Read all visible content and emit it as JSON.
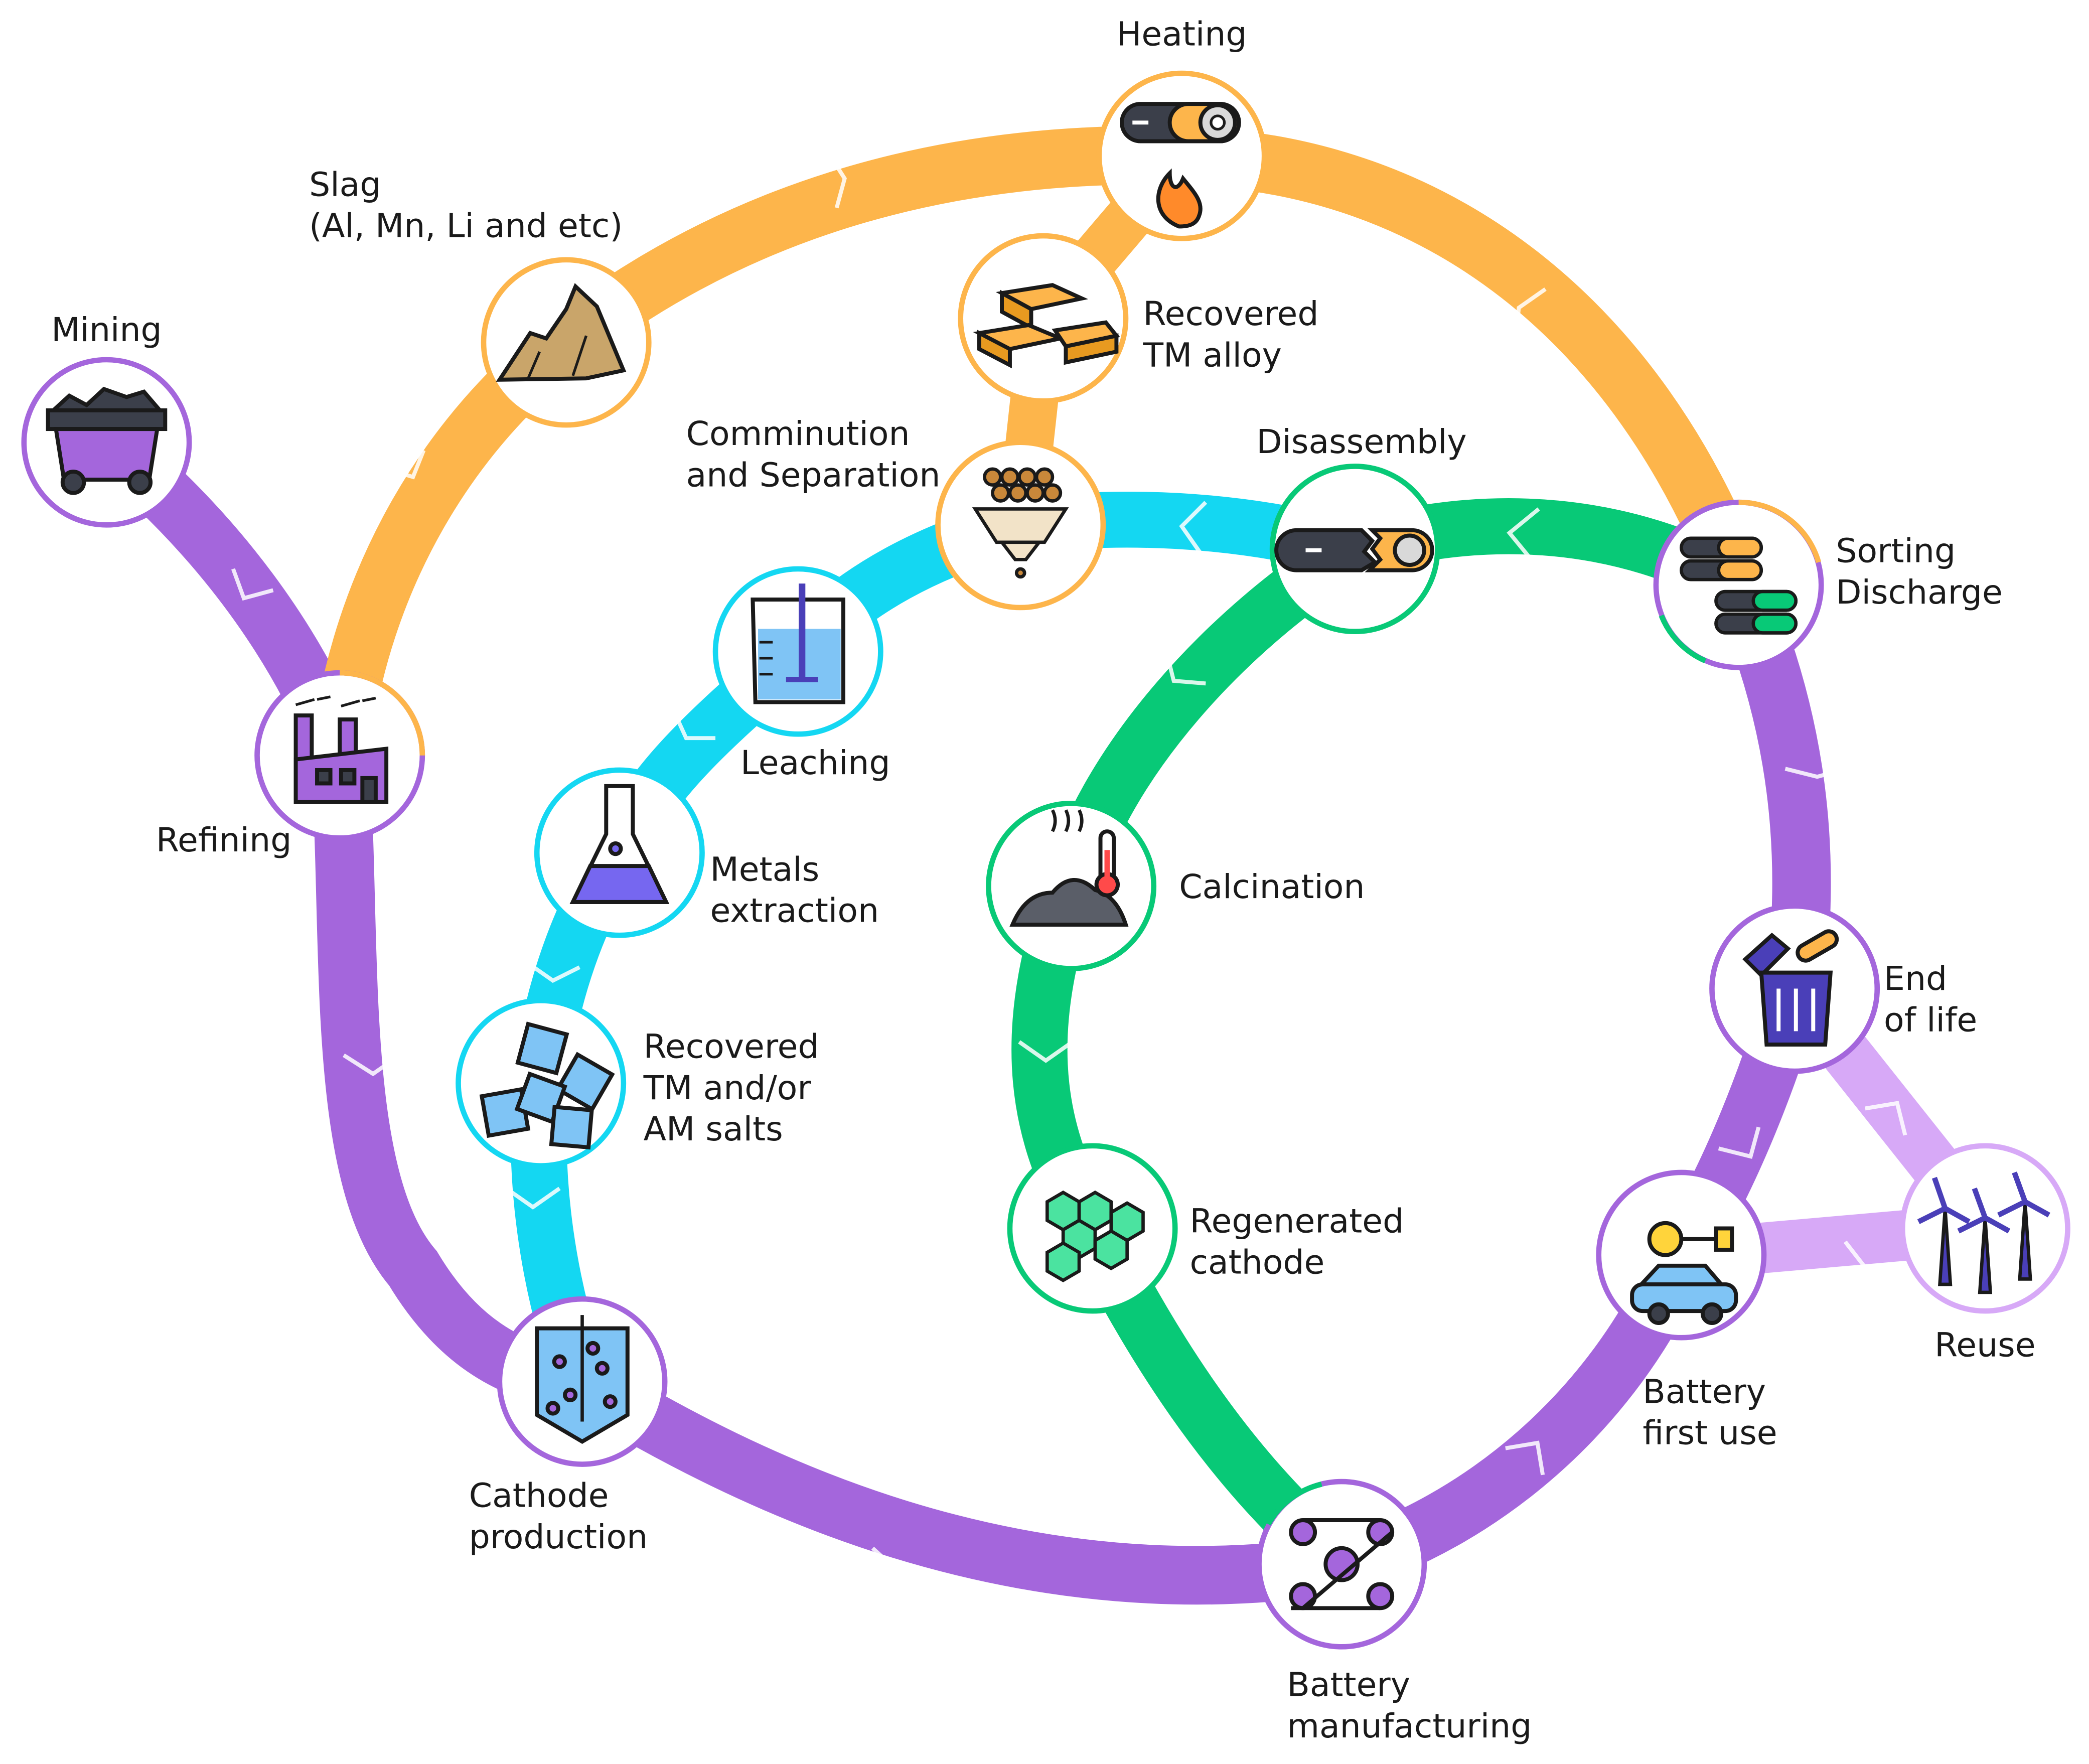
{
  "colors": {
    "primary_loop": "#A466DC",
    "pyro_loop": "#FDB54B",
    "hydro_loop": "#14D7F2",
    "direct_loop": "#08C977",
    "reuse_branch": "#D7A9F7"
  },
  "nodes": {
    "heating": {
      "label_lines": [
        "Heating"
      ],
      "icon": "battery-flame-icon"
    },
    "slag": {
      "label_lines": [
        "Slag",
        "(Al, Mn, Li and etc)"
      ],
      "icon": "slag-pile-icon"
    },
    "mining": {
      "label_lines": [
        "Mining"
      ],
      "icon": "mine-cart-icon"
    },
    "recovered_alloy": {
      "label_lines": [
        "Recovered",
        "TM alloy"
      ],
      "icon": "gold-bars-icon"
    },
    "comminution": {
      "label_lines": [
        "Comminution",
        "and Separation"
      ],
      "icon": "sieve-icon"
    },
    "disassembly": {
      "label_lines": [
        "Disassembly"
      ],
      "icon": "broken-battery-icon"
    },
    "sorting": {
      "label_lines": [
        "Sorting",
        "Discharge"
      ],
      "icon": "battery-stack-icon"
    },
    "leaching": {
      "label_lines": [
        "Leaching"
      ],
      "icon": "beaker-icon"
    },
    "refining": {
      "label_lines": [
        "Refining"
      ],
      "icon": "factory-icon"
    },
    "metals_extraction": {
      "label_lines": [
        "Metals",
        "extraction"
      ],
      "icon": "flask-icon"
    },
    "calcination": {
      "label_lines": [
        "Calcination"
      ],
      "icon": "thermometer-powder-icon"
    },
    "end_of_life": {
      "label_lines": [
        "End",
        "of life"
      ],
      "icon": "trash-bin-icon"
    },
    "recovered_salts": {
      "label_lines": [
        "Recovered",
        "TM and/or",
        "AM salts"
      ],
      "icon": "crystals-icon"
    },
    "regenerated": {
      "label_lines": [
        "Regenerated",
        "cathode"
      ],
      "icon": "hexagon-cluster-icon"
    },
    "reuse": {
      "label_lines": [
        "Reuse"
      ],
      "icon": "wind-turbines-icon"
    },
    "first_use": {
      "label_lines": [
        "Battery",
        "first use"
      ],
      "icon": "electric-car-icon"
    },
    "cathode_production": {
      "label_lines": [
        "Cathode",
        "production"
      ],
      "icon": "reactor-icon"
    },
    "battery_manufacturing": {
      "label_lines": [
        "Battery",
        "manufacturing"
      ],
      "icon": "roller-icon"
    }
  }
}
